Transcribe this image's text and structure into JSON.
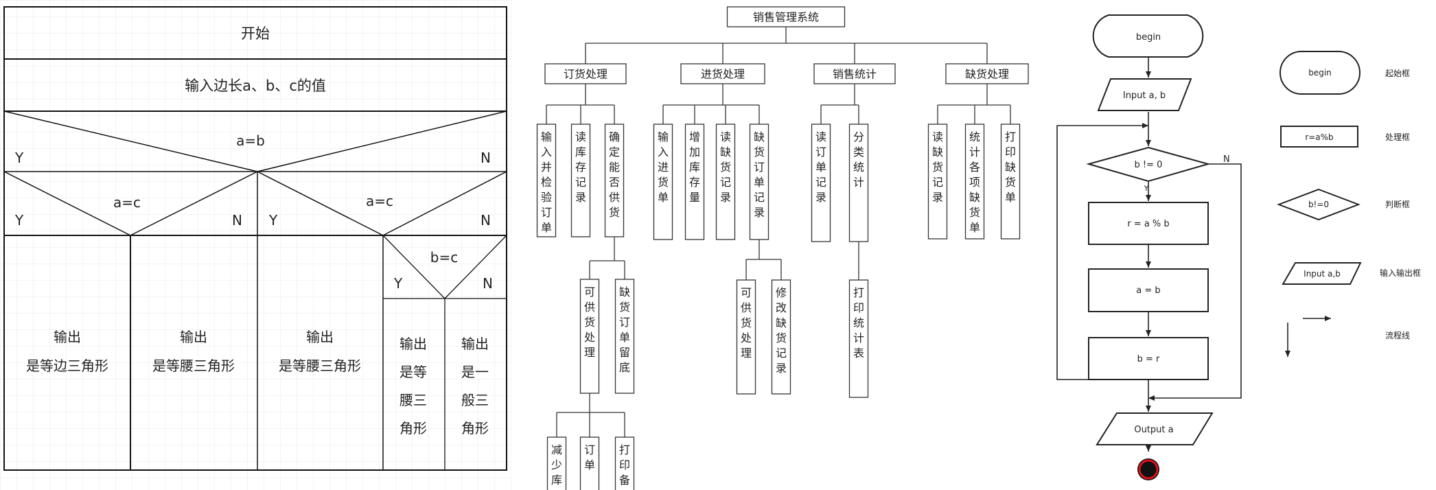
{
  "ns_chart": {
    "start": "开始",
    "input": "输入边长a、b、c的值",
    "cond_ab": "a=b",
    "cond_ac_left": "a=c",
    "cond_ac_right": "a=c",
    "cond_bc": "b=c",
    "yes": "Y",
    "no": "N",
    "out_equilateral": [
      "输出",
      "是等边三角形"
    ],
    "out_isosceles_1": [
      "输出",
      "是等腰三角形"
    ],
    "out_isosceles_2": [
      "输出",
      "是等腰三角形"
    ],
    "out_isosceles_3": [
      "输出",
      "是等",
      "腰三",
      "角形"
    ],
    "out_general": [
      "输出",
      "是一",
      "般三",
      "角形"
    ]
  },
  "hierarchy": {
    "root": "销售管理系统",
    "branches": [
      {
        "label": "订货处理",
        "children": [
          "输入并检验订单",
          "读库存记录",
          "确定能否供货"
        ],
        "sub": [
          "可供货处理",
          "缺货订单留底"
        ],
        "subsub": [
          "减少库",
          "订单",
          "打印备"
        ]
      },
      {
        "label": "进货处理",
        "children": [
          "输入进货单",
          "增加库存量",
          "读缺货记录",
          "缺货订单记录"
        ],
        "sub": [
          "可供货处理",
          "修改缺货记录"
        ]
      },
      {
        "label": "销售统计",
        "children": [
          "读订单记录",
          "分类统计"
        ],
        "sub": [
          "打印统计表"
        ]
      },
      {
        "label": "缺货处理",
        "children": [
          "读缺货记录",
          "统计各项缺货单",
          "打印缺货单"
        ]
      }
    ]
  },
  "flowchart": {
    "begin": "begin",
    "input": "Input a, b",
    "condition": "b != 0",
    "yes": "Y",
    "no": "N",
    "step1": "r = a % b",
    "step2": "a = b",
    "step3": "b = r",
    "output": "Output a"
  },
  "legend": [
    {
      "shape": "terminal",
      "sample": "begin",
      "name": "起始框"
    },
    {
      "shape": "process",
      "sample": "r=a%b",
      "name": "处理框"
    },
    {
      "shape": "decision",
      "sample": "b!=0",
      "name": "判断框"
    },
    {
      "shape": "io",
      "sample": "Input a,b",
      "name": "输入输出框"
    },
    {
      "shape": "arrows",
      "sample": "",
      "name": "流程线"
    }
  ],
  "colors": {
    "line": "#222222",
    "end_marker": "#e0101c"
  }
}
